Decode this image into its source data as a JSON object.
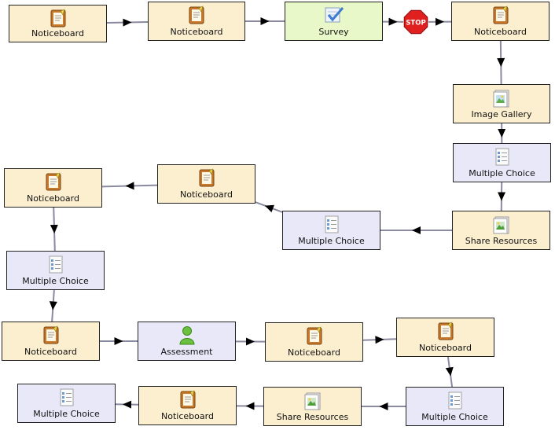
{
  "colors": {
    "notice_fill": "#fcefcf",
    "survey_fill": "#e8f8c8",
    "mc_fill": "#e8e8f8",
    "link": "#8a8aa0",
    "arrow": "#000000",
    "stop": "#e0201e"
  },
  "nodes": [
    {
      "id": "n1",
      "label": "Noticeboard",
      "kind": "notice",
      "icon": "noticeboard-icon"
    },
    {
      "id": "n2",
      "label": "Noticeboard",
      "kind": "notice",
      "icon": "noticeboard-icon"
    },
    {
      "id": "n3",
      "label": "Survey",
      "kind": "survey",
      "icon": "survey-check-icon"
    },
    {
      "id": "n4",
      "label": "Noticeboard",
      "kind": "notice",
      "icon": "noticeboard-icon"
    },
    {
      "id": "n5",
      "label": "Image Gallery",
      "kind": "notice",
      "icon": "image-gallery-icon"
    },
    {
      "id": "n6",
      "label": "Multiple Choice",
      "kind": "mc",
      "icon": "multiple-choice-icon"
    },
    {
      "id": "n7",
      "label": "Share Resources",
      "kind": "notice",
      "icon": "share-resources-icon"
    },
    {
      "id": "n8",
      "label": "Multiple Choice",
      "kind": "mc",
      "icon": "multiple-choice-icon"
    },
    {
      "id": "n9",
      "label": "Noticeboard",
      "kind": "notice",
      "icon": "noticeboard-icon"
    },
    {
      "id": "n10",
      "label": "Noticeboard",
      "kind": "notice",
      "icon": "noticeboard-icon"
    },
    {
      "id": "n11",
      "label": "Multiple Choice",
      "kind": "mc",
      "icon": "multiple-choice-icon"
    },
    {
      "id": "n12",
      "label": "Noticeboard",
      "kind": "notice",
      "icon": "noticeboard-icon"
    },
    {
      "id": "n13",
      "label": "Assessment",
      "kind": "mc",
      "icon": "assessment-person-icon"
    },
    {
      "id": "n14",
      "label": "Noticeboard",
      "kind": "notice",
      "icon": "noticeboard-icon"
    },
    {
      "id": "n15",
      "label": "Noticeboard",
      "kind": "notice",
      "icon": "noticeboard-icon"
    },
    {
      "id": "n16",
      "label": "Multiple Choice",
      "kind": "mc",
      "icon": "multiple-choice-icon"
    },
    {
      "id": "n17",
      "label": "Share Resources",
      "kind": "notice",
      "icon": "share-resources-icon"
    },
    {
      "id": "n18",
      "label": "Noticeboard",
      "kind": "notice",
      "icon": "noticeboard-icon"
    },
    {
      "id": "n19",
      "label": "Multiple Choice",
      "kind": "mc",
      "icon": "multiple-choice-icon"
    }
  ],
  "stop_gate": {
    "label": "STOP",
    "icon": "stop-sign-icon"
  },
  "edges": [
    [
      "n1",
      "n2"
    ],
    [
      "n2",
      "n3"
    ],
    [
      "n3",
      "stop"
    ],
    [
      "stop",
      "n4"
    ],
    [
      "n4",
      "n5"
    ],
    [
      "n5",
      "n6"
    ],
    [
      "n6",
      "n7"
    ],
    [
      "n7",
      "n8"
    ],
    [
      "n8",
      "n9"
    ],
    [
      "n9",
      "n10"
    ],
    [
      "n10",
      "n11"
    ],
    [
      "n11",
      "n12"
    ],
    [
      "n12",
      "n13"
    ],
    [
      "n13",
      "n14"
    ],
    [
      "n14",
      "n15"
    ],
    [
      "n15",
      "n16"
    ],
    [
      "n16",
      "n17"
    ],
    [
      "n17",
      "n18"
    ],
    [
      "n18",
      "n19"
    ]
  ]
}
